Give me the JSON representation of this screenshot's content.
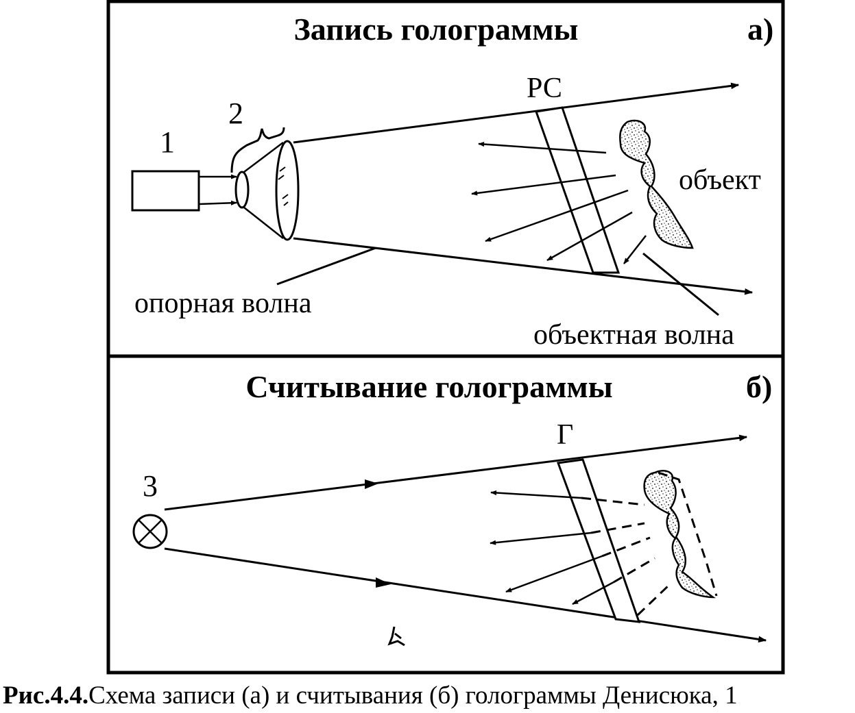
{
  "panel_a": {
    "title": "Запись голограммы",
    "tag": "а)",
    "labels": {
      "n1": "1",
      "n2": "2",
      "plate": "РС",
      "object": "объект",
      "reference_wave": "опорная волна",
      "object_wave": "объектная волна"
    }
  },
  "panel_b": {
    "title": "Считывание голограммы",
    "tag": "б)",
    "labels": {
      "n3": "3",
      "hologram": "Г"
    }
  },
  "caption": {
    "prefix": "Рис.4.4.",
    "text": "Схема записи (а) и считывания (б) голограммы Денисюка, 1"
  }
}
